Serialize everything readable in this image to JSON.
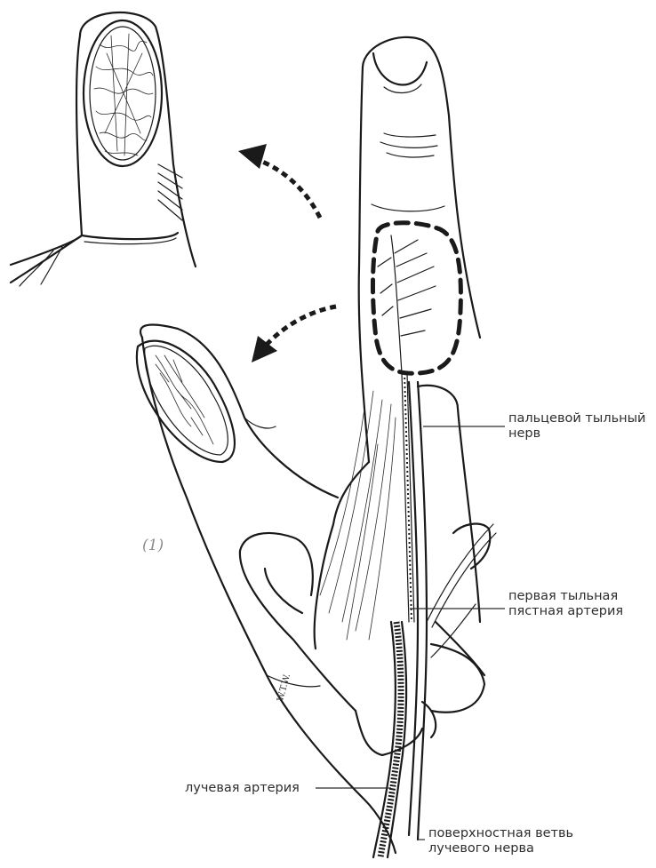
{
  "labels": {
    "digital_nerve": "пальцевой тыльный\nнерв",
    "first_dorsal_metacarpal_artery": "первая тыльная\nпястная артерия",
    "radial_artery": "лучевая артерия",
    "superficial_radial_nerve": "поверхностная ветвь\nлучевого нерва"
  },
  "figure_number": "(1)",
  "artist_signature": "W.T.W."
}
